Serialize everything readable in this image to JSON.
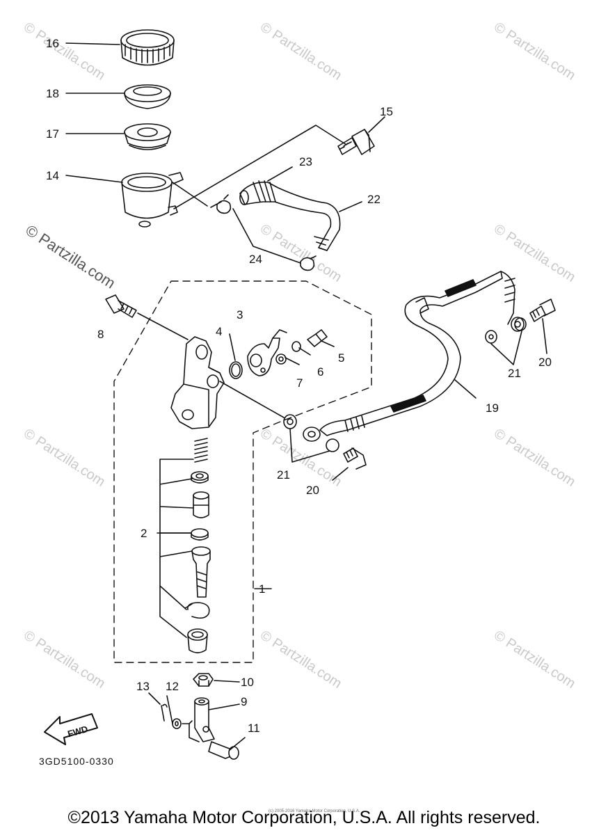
{
  "diagram": {
    "callouts": [
      "1",
      "2",
      "3",
      "4",
      "5",
      "6",
      "7",
      "8",
      "9",
      "10",
      "11",
      "12",
      "13",
      "14",
      "15",
      "16",
      "17",
      "18",
      "19",
      "20",
      "20",
      "21",
      "21",
      "22",
      "23",
      "24"
    ],
    "fwd_label": "FWD",
    "diagram_code": "3GD5100-0330"
  },
  "watermarks": {
    "text": "© Partzilla.com"
  },
  "footer": {
    "fine_print": "(c) 2005-2016 Yamaha Motor Corporation, U.S.A.",
    "copyright": "©2013 Yamaha Motor Corporation, U.S.A. All rights reserved."
  }
}
